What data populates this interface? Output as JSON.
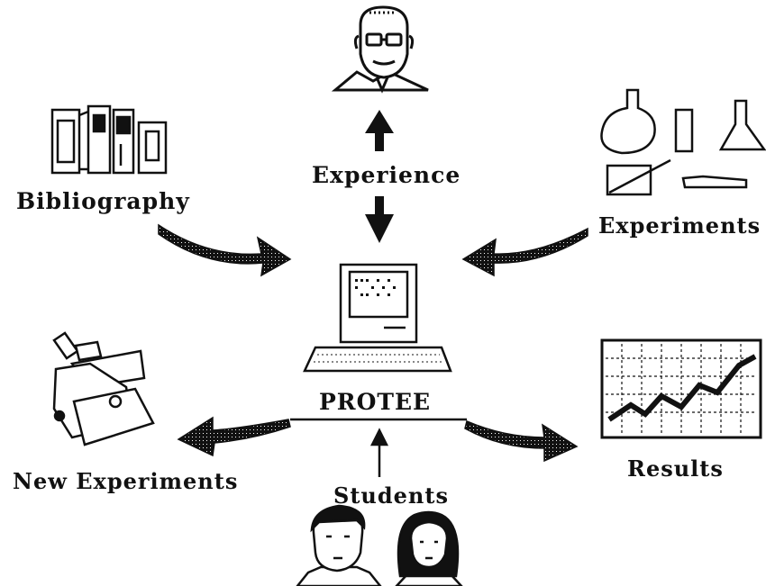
{
  "labels": {
    "experience": "Experience",
    "bibliography": "Bibliography",
    "experiments": "Experiments",
    "protee": "PROTEE",
    "new_experiments": "New Experiments",
    "results": "Results",
    "students": "Students"
  },
  "colors": {
    "ink": "#111111",
    "paper": "#ffffff"
  },
  "icons": {
    "expert": "professor-portrait-icon",
    "bibliography": "books-icon",
    "experiments": "lab-glassware-icon",
    "computer": "macintosh-computer-icon",
    "new_experiments": "microscope-icon",
    "results": "results-chart-icon",
    "students": "students-portraits-icon"
  }
}
